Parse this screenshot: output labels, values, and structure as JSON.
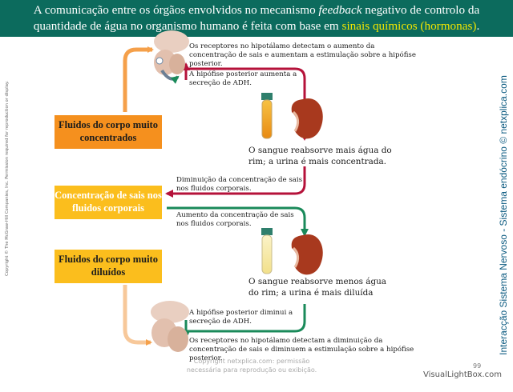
{
  "header": {
    "part1": "A comunicação entre os órgãos envolvidos no mecanismo ",
    "part2_italic": "feedback",
    "part3": " negativo de controlo da quantidade de água no organismo humano é feita com base em ",
    "part4_highlight": "sinais químicos (hormonas)",
    "part5": "."
  },
  "boxes": {
    "concentrated": "Fluidos do corpo muito concentrados",
    "normal": "Concentração de sais nos fluidos corporais",
    "diluted": "Fluidos do corpo muito diluídos"
  },
  "texts": {
    "receptors_top": "Os receptores no hipotálamo detectam o aumento da concentração de sais e aumentam a estimulação sobre a hipófise posterior.",
    "adh_increase": "A hipófise posterior aumenta a secreção de ADH.",
    "reabsorb_more": "O sangue reabsorve mais água do rim; a urina é mais concentrada.",
    "conc_decrease": "Diminuição da concentração de sais nos fluidos corporais.",
    "conc_increase": "Aumento da concentração de sais nos fluidos corporais.",
    "reabsorb_less": "O sangue reabsorve menos água do rim; a urina é mais diluída",
    "adh_decrease": "A hipófise posterior diminui a secreção de ADH.",
    "receptors_bottom": "Os receptores no hipotálamo detectam a diminuição da concentração de sais e diminuem a estimulação sobre a hipófise posterior."
  },
  "copyright_left": "Copyright © The McGraw-Hill Companies, Inc. Permission required for reproduction or display.",
  "side_label": "Interacção Sistema Nervoso - Sistema endócrino © netxplica.com",
  "watermark": "Copyright netxplica.com: permissão necessária para reprodução ou exibição.",
  "page_number": "99",
  "site_footer": "VisualLightBox.com",
  "colors": {
    "header_bg": "#0c6b5d",
    "highlight": "#f2e600",
    "orange_box": "#f5901e",
    "yellow_box": "#fbbe1d",
    "red_arrow": "#b5123a",
    "green_arrow": "#1a8a5a"
  }
}
